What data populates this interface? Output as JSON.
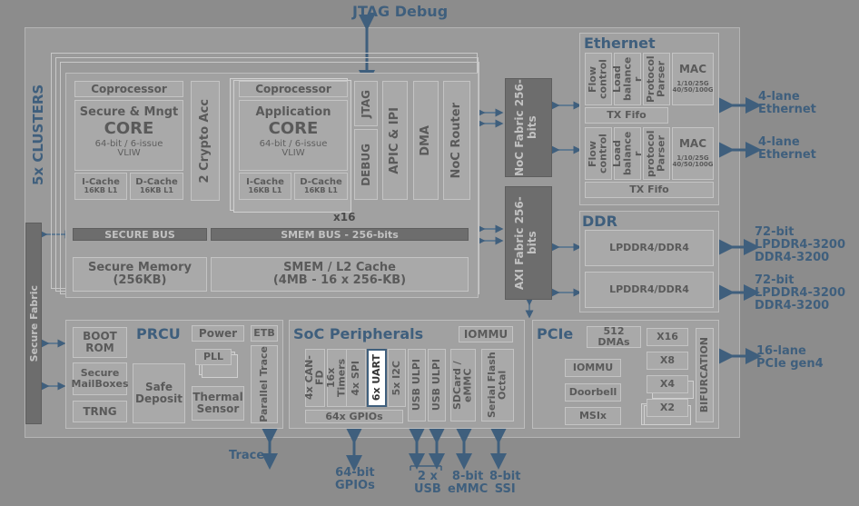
{
  "top": {
    "jtag": "JTAG Debug"
  },
  "clusters": {
    "title": "5x CLUSTERS",
    "coproc": "Coprocessor",
    "secure_core_title": "Secure & Mngt",
    "core": "CORE",
    "secure_core_desc": "64-bit / 6-issue VLIW",
    "crypto": "2 Crypto Acc",
    "icache": "I-Cache",
    "dcache": "D-Cache",
    "cache_size": "16KB L1",
    "app_core_title": "Application",
    "app_core_desc": "64-bit / 6-issue VLIW",
    "jtag": "JTAG",
    "debug": "DEBUG",
    "apic": "APIC & IPI",
    "dma": "DMA",
    "noc_router": "NoC Router",
    "x16": "x16",
    "secure_bus": "SECURE BUS",
    "smem_bus": "SMEM BUS - 256-bits",
    "secure_mem": "Secure Memory",
    "secure_mem_size": "(256KB)",
    "smem_cache": "SMEM / L2 Cache",
    "smem_cache_size": "(4MB - 16 x 256-KB)"
  },
  "fabric": {
    "noc": "NoC Fabric 256-bits",
    "axi": "AXI Fabric 256-bits",
    "secure": "Secure Fabric"
  },
  "ethernet": {
    "title": "Ethernet",
    "flow": "Flow control",
    "load": "Load balance r",
    "parser1": "Protocol Parser",
    "parser2": "protocol Parser",
    "mac": "MAC",
    "mac_speed": "1/10/25G 40/50/100G",
    "txfifo": "TX Fifo"
  },
  "ddr": {
    "title": "DDR",
    "mem1": "LPDDR4/DDR4",
    "mem2": "LPDDR4/DDR4"
  },
  "prcu": {
    "boot": "BOOT ROM",
    "prcu": "PRCU",
    "power": "Power",
    "pll": "PLL",
    "secure_mailbox": "Secure MailBoxes",
    "safe_deposit": "Safe Deposit",
    "trng": "TRNG",
    "thermal": "Thermal Sensor",
    "etb": "ETB",
    "parallel_trace": "Parallel Trace"
  },
  "soc": {
    "title": "SoC Peripherals",
    "iommu": "IOMMU",
    "can": "4x CAN-FD",
    "timers": "16x Timers",
    "spi": "4x SPI",
    "uart": "6x UART",
    "i2c": "5x I2C",
    "usb1": "USB ULPI",
    "usb2": "USB ULPI",
    "sdcard": "SDCard / eMMC",
    "flash": "Serial Flash Octal",
    "gpio": "64x GPIOs"
  },
  "pcie": {
    "title": "PCIe",
    "dmas": "512 DMAs",
    "iommu": "IOMMU",
    "doorbell": "Doorbell",
    "msix": "MSIx",
    "x16": "X16",
    "x8": "X8",
    "x4": "X4",
    "x2": "X2",
    "bifurcation": "BIFURCATION"
  },
  "external": {
    "eth1": [
      "4-lane",
      "Ethernet"
    ],
    "eth2": [
      "4-lane",
      "Ethernet"
    ],
    "ddr1": [
      "72-bit",
      "LPDDR4-3200",
      "DDR4-3200"
    ],
    "ddr2": [
      "72-bit",
      "LPDDR4-3200",
      "DDR4-3200"
    ],
    "pcie": [
      "16-lane",
      "PCIe gen4"
    ],
    "trace": "Trace",
    "gpio": [
      "64-bit",
      "GPIOs"
    ],
    "usb": [
      "2 x",
      "USB"
    ],
    "emmc": [
      "8-bit",
      "eMMC"
    ],
    "ssi": [
      "8-bit",
      "SSI"
    ]
  },
  "colors": {
    "accent": "#3f5f7d",
    "highlight": "#ffffff"
  }
}
